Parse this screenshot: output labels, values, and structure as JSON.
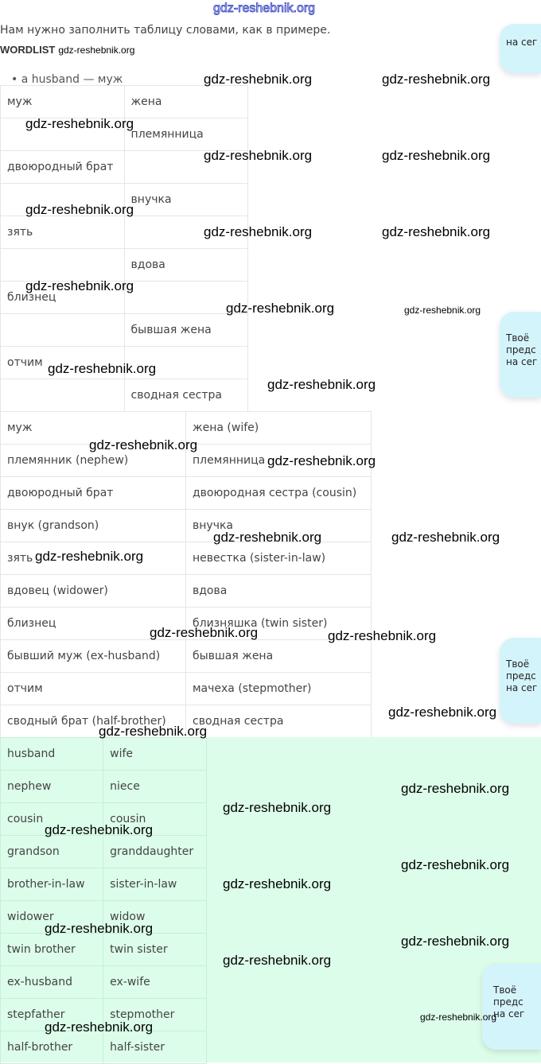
{
  "watermark": "gdz-reshebnik.org",
  "intro": "Нам нужно заполнить таблицу словами, как в примере.",
  "wordlist_label": "WORDLIST",
  "example": "• a husband — муж",
  "table_task": [
    [
      "муж",
      "жена"
    ],
    [
      "",
      "племянница"
    ],
    [
      "двоюродный брат",
      ""
    ],
    [
      "",
      "внучка"
    ],
    [
      "зять",
      ""
    ],
    [
      "",
      "вдова"
    ],
    [
      "близнец",
      ""
    ],
    [
      "",
      "бывшая жена"
    ],
    [
      "отчим",
      ""
    ],
    [
      "",
      "сводная сестра"
    ]
  ],
  "table_filled": [
    [
      "муж",
      "жена (wife)"
    ],
    [
      "племянник (nephew)",
      "племянница"
    ],
    [
      "двоюродный брат",
      "двоюродная сестра (cousin)"
    ],
    [
      "внук (grandson)",
      "внучка"
    ],
    [
      "зять",
      "невестка (sister-in-law)"
    ],
    [
      "вдовец (widower)",
      "вдова"
    ],
    [
      "близнец",
      "близняшка (twin sister)"
    ],
    [
      "бывший муж (ex-husband)",
      "бывшая жена"
    ],
    [
      "отчим",
      "мачеха (stepmother)"
    ],
    [
      "сводный брат (half-brother)",
      "сводная сестра"
    ]
  ],
  "table_answer": [
    [
      "husband",
      "wife"
    ],
    [
      "nephew",
      "niece"
    ],
    [
      "cousin",
      "cousin"
    ],
    [
      "grandson",
      "granddaughter"
    ],
    [
      "brother-in-law",
      "sister-in-law"
    ],
    [
      "widower",
      "widow"
    ],
    [
      "twin brother",
      "twin sister"
    ],
    [
      "ex-husband",
      "ex-wife"
    ],
    [
      "stepfather",
      "stepmother"
    ],
    [
      "half-brother",
      "half-sister"
    ]
  ],
  "bubble": {
    "line1": "Твоё",
    "line2": "предс",
    "line3": "на сег"
  }
}
